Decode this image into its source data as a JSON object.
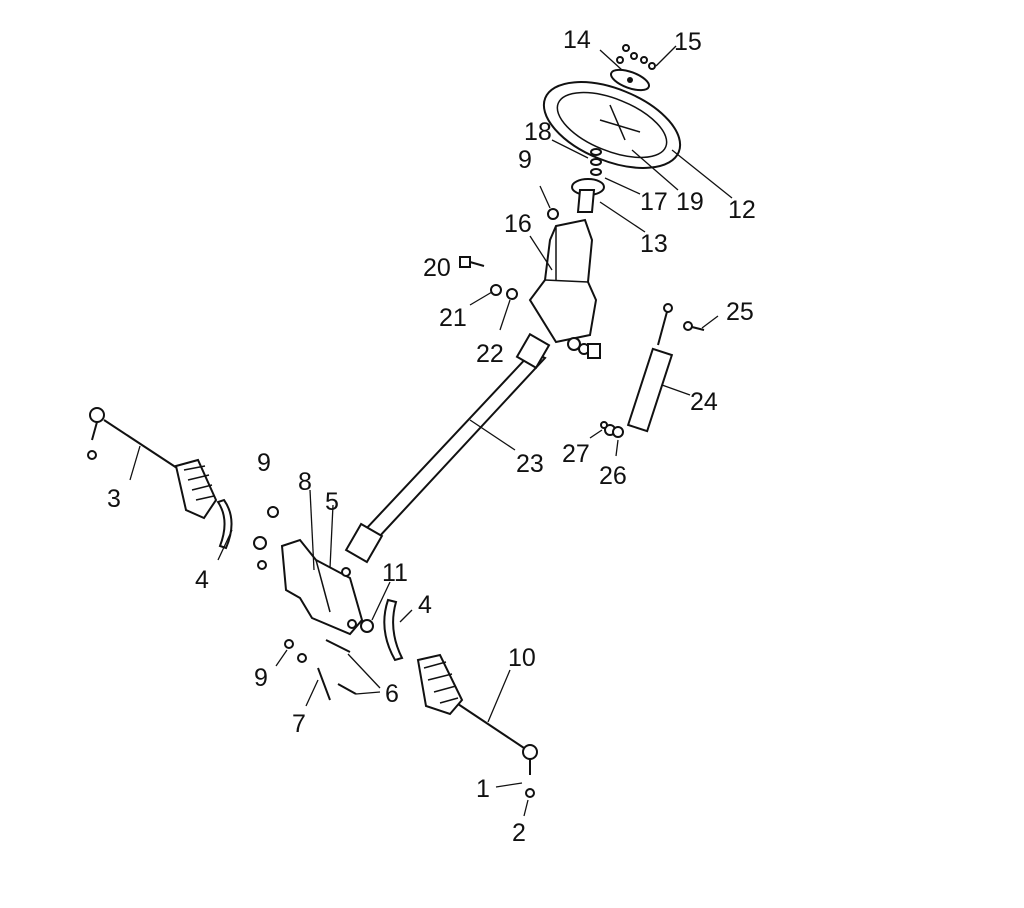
{
  "diagram": {
    "title": "Steering assembly exploded view",
    "labels": {
      "p1": "1",
      "p2": "2",
      "p3": "3",
      "p4a": "4",
      "p4b": "4",
      "p5": "5",
      "p6": "6",
      "p7": "7",
      "p8": "8",
      "p9a": "9",
      "p9b": "9",
      "p9c": "9",
      "p10": "10",
      "p11": "11",
      "p12": "12",
      "p13": "13",
      "p14": "14",
      "p15": "15",
      "p16": "16",
      "p17": "17",
      "p18": "18",
      "p19": "19",
      "p20": "20",
      "p21": "21",
      "p22": "22",
      "p23": "23",
      "p24": "24",
      "p25": "25",
      "p26": "26",
      "p27": "27"
    }
  }
}
